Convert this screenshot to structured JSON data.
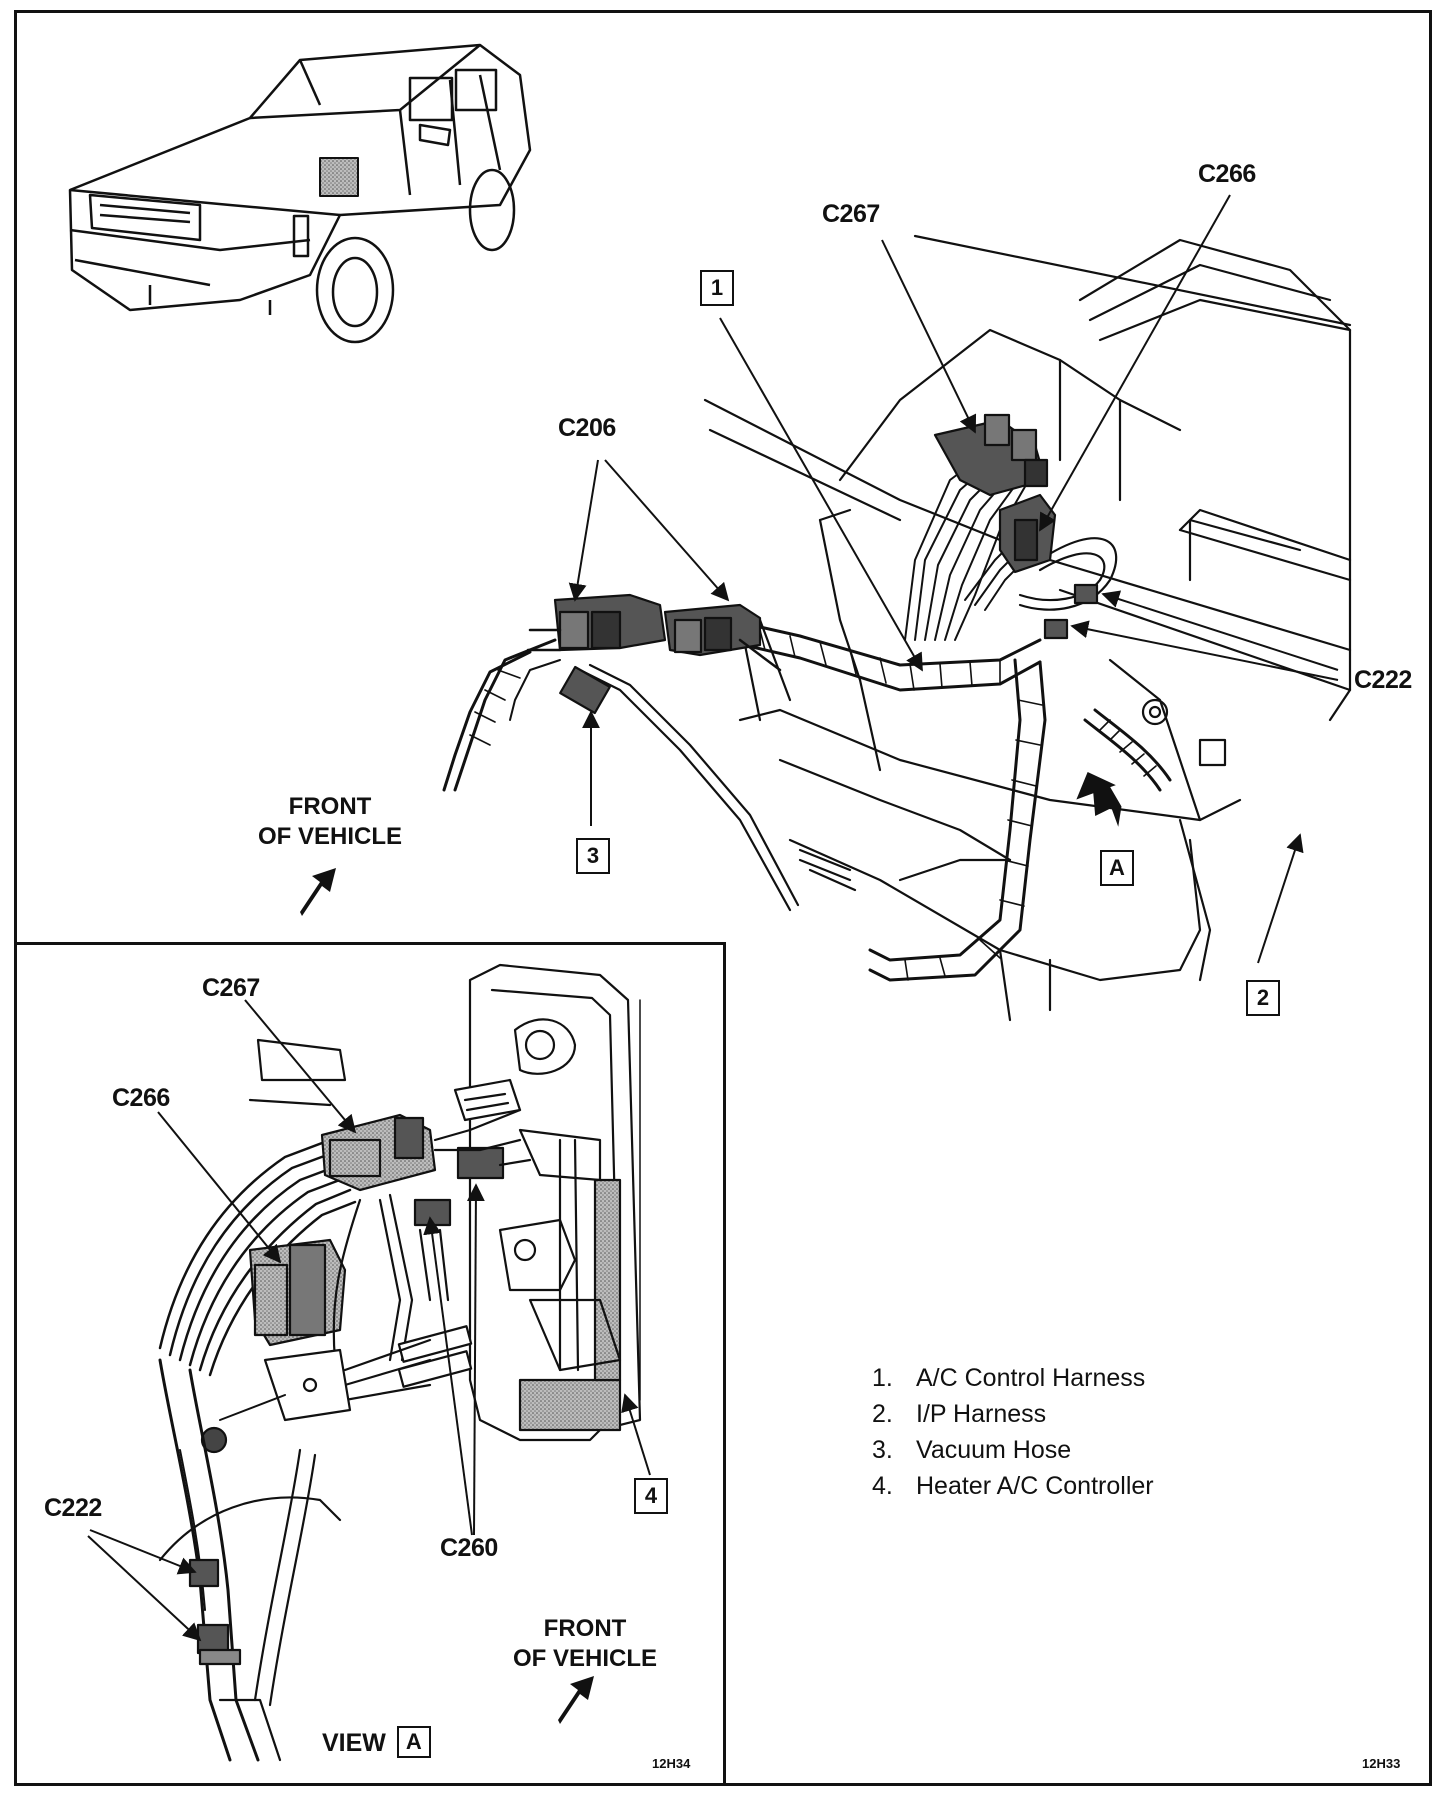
{
  "connectors": {
    "c267_main": "C267",
    "c266_main": "C266",
    "c206": "C206",
    "c222_main": "C222",
    "c267_view": "C267",
    "c266_view": "C266",
    "c222_view": "C222",
    "c260": "C260"
  },
  "callouts": {
    "one": "1",
    "two": "2",
    "three": "3",
    "four": "4",
    "a_main": "A"
  },
  "front_main": {
    "line1": "FRONT",
    "line2": "OF VEHICLE"
  },
  "front_view": {
    "line1": "FRONT",
    "line2": "OF VEHICLE"
  },
  "view": {
    "label": "VIEW",
    "letter": "A"
  },
  "legend": [
    {
      "num": "1.",
      "text": "A/C  Control Harness"
    },
    {
      "num": "2.",
      "text": "I/P Harness"
    },
    {
      "num": "3.",
      "text": "Vacuum Hose"
    },
    {
      "num": "4.",
      "text": "Heater A/C Controller"
    }
  ],
  "codes": {
    "inset": "12H34",
    "main": "12H33"
  }
}
